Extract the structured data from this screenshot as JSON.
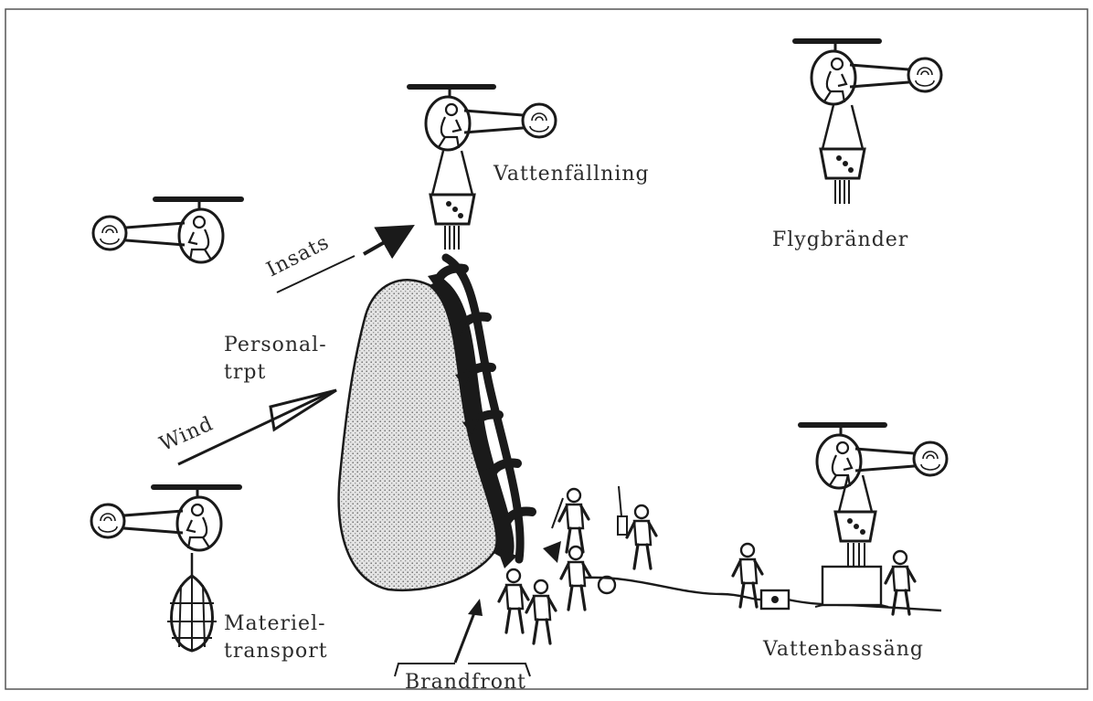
{
  "labels": {
    "water_drop": "Vattenfällning",
    "flying_embers": "Flygbränder",
    "deployment": "Insats",
    "personnel_transport_1": "Personal-",
    "personnel_transport_2": "trpt",
    "wind": "Wind",
    "material_transport_1": "Materiel-",
    "material_transport_2": "transport",
    "water_basin": "Vattenbassäng",
    "fire_front": "Brandfront"
  },
  "colors": {
    "ink": "#1a1a1a",
    "burned_area": "#d9d9d9",
    "border": "#555555"
  },
  "icons": [
    "helicopter-icon",
    "water-bucket-icon",
    "cargo-net-icon",
    "firefighter-icon",
    "radio-antenna-icon",
    "pump-icon",
    "water-tank-icon",
    "hose-reel-icon",
    "wind-arrow-icon"
  ]
}
